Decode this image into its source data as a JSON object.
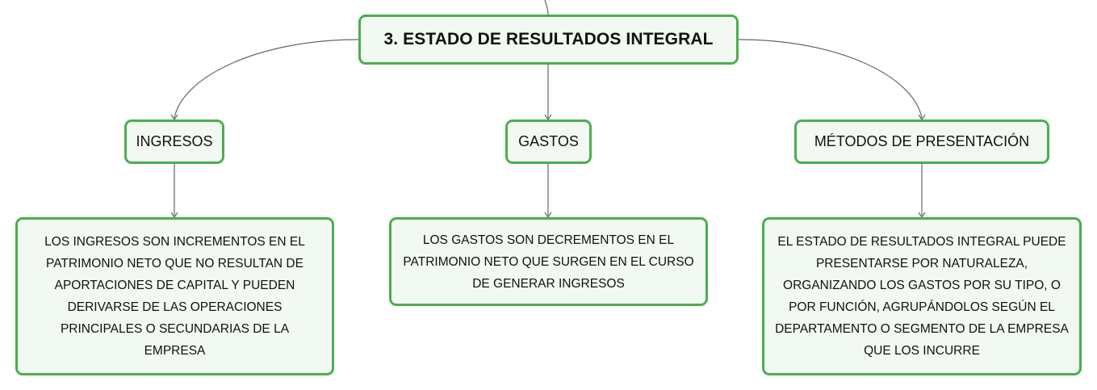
{
  "diagram": {
    "root": {
      "label": "3. ESTADO DE RESULTADOS INTEGRAL"
    },
    "branches": [
      {
        "label": "INGRESOS",
        "detail": "LOS INGRESOS SON INCREMENTOS EN EL PATRIMONIO NETO QUE NO RESULTAN DE APORTACIONES DE CAPITAL Y PUEDEN DERIVARSE DE LAS OPERACIONES PRINCIPALES O SECUNDARIAS DE LA EMPRESA"
      },
      {
        "label": "GASTOS",
        "detail": "LOS GASTOS SON DECREMENTOS EN EL PATRIMONIO NETO QUE SURGEN EN EL CURSO DE GENERAR INGRESOS"
      },
      {
        "label": "MÉTODOS DE PRESENTACIÓN",
        "detail": "EL ESTADO DE RESULTADOS INTEGRAL PUEDE PRESENTARSE POR NATURALEZA, ORGANIZANDO LOS GASTOS POR SU TIPO, O POR FUNCIÓN, AGRUPÁNDOLOS SEGÚN EL DEPARTAMENTO O SEGMENTO DE LA EMPRESA QUE LOS INCURRE"
      }
    ]
  },
  "colors": {
    "node_border": "#4cae4f",
    "node_fill": "#f2f9f2",
    "connector": "#666666"
  }
}
